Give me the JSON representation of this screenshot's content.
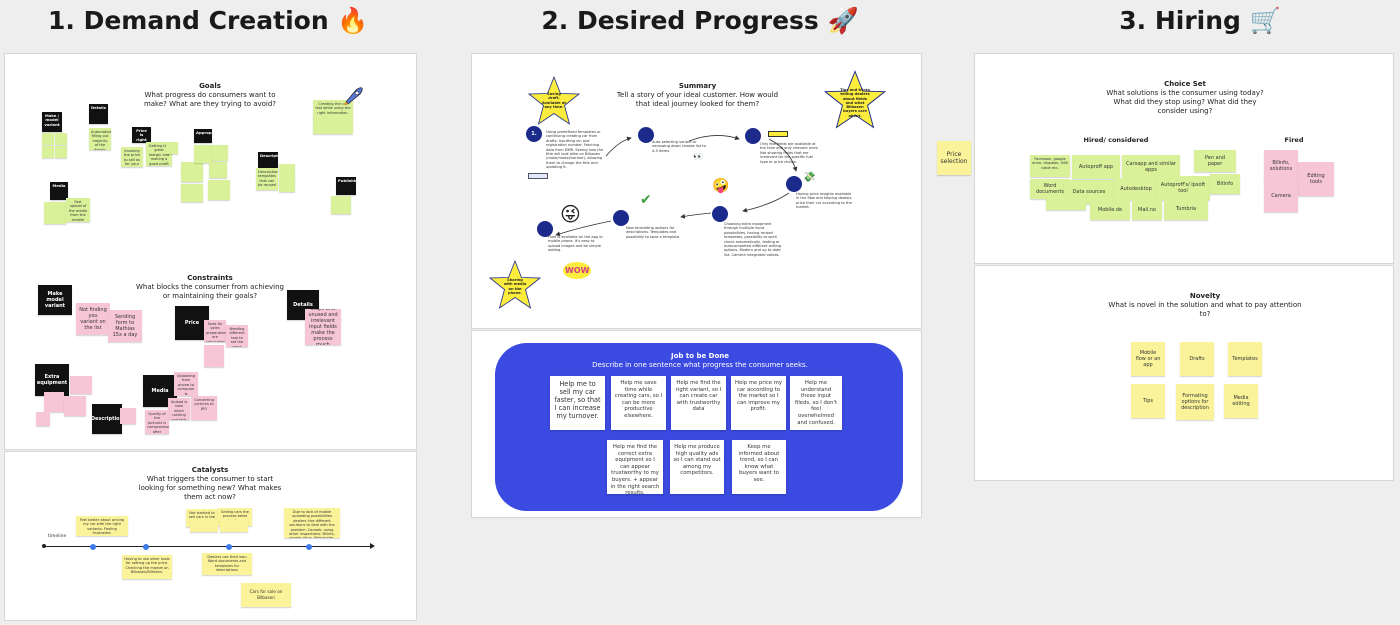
{
  "sections": {
    "s1": "1. Demand Creation 🔥",
    "s2": "2. Desired Progress 🚀",
    "s3": "3. Hiring 🛒"
  },
  "goals": {
    "title": "Goals",
    "subtitle": "What progress do consumers want to make? What are they trying to avoid?",
    "notes": {
      "make_model": "Make / model variant",
      "details": "Details",
      "automatically": "Automatically filling out majority of the details",
      "price": "Price is right",
      "getting_margin": "Getting the great margin and making a good profit for the business",
      "knowing_price": "Knowing the price to sell as for your vehicle",
      "appropriate": "Appropriate",
      "description": "Description",
      "desc_templates": "Description templates that can be reused",
      "media": "Media",
      "fast_upload": "Fast upload of the media from the mobile",
      "publishing": "Publishing",
      "creating_car": "Creating the car fast while using the right information."
    }
  },
  "constraints": {
    "title": "Constraints",
    "subtitle": "What blocks the consumer from achieving or maintaining their goals?",
    "notes": {
      "make_model": "Make model variant",
      "not_finding": "Not finding you variant on the list",
      "sending_form": "Sending form to Mathias 15x a day",
      "price": "Price",
      "tools_for_sale": "Tools for sales preparation are calculated away from the flow",
      "needing_tool": "Needing different tool to set the price",
      "details": "Details",
      "too_many": "Too many steps and unused and irrelevant input fields make the process much longer.",
      "extra_equipment": "Extra equipment",
      "media": "Media",
      "uploading_phone": "Uploading from phone to computer is annoying",
      "upload_slow": "Upload is slow when ranking and fails",
      "converting": "Converting pictures to JPG",
      "description": "Description",
      "quality": "Quality of the pictures is compromised after upload"
    }
  },
  "catalysts": {
    "title": "Catalysts",
    "subtitle": "What triggers the consumer to start looking for something new? What makes them act now?",
    "timeline": "timeline",
    "notes": {
      "feel_better": "Feel better about pricing my car with the right variants. Feeling frustrated.",
      "having_to_use": "Having to use other tools for setting up the price. Checking the market on Bilbasen/Bilhiden.",
      "not_wanted": "Not wanted to sell cars in the platform and used other tools to manage",
      "selling_cars": "Selling cars the process takes too long",
      "dealers_market": "Dealers use their own Word documents and templates for descriptions",
      "due_to_lack": "Due to lack of mobile uploading possibilities dealers hire different solutions to deal with the problem: Carweb, using other inspections: Bilinfo, google drive, Wetransfer, email, autoproff app.",
      "cars_for_sale": "Cars for sale on Bilbasen"
    }
  },
  "summary": {
    "title": "Summary",
    "subtitle": "Tell a story of your ideal customer. How would that ideal journey looked for them?",
    "star_saving": "Saving draft. Available at any time.",
    "star_tips": "Tips and tricks telling dealers about fields and what Bilbasen buyers care about.",
    "star_sharing": "Sharing with media on the phone.",
    "step1": "1.",
    "step1_text": "Using predefined templates or continuing creating car from drafts. Inputting vin and registration number. Fetching data from DMR. Seeing how the title will look alike on Bilbasen (make/model/variant), allowing them to change the title and updating it.",
    "auto_select": "Auto-selecting variant or narrowing down choose list to 4-5 items.",
    "only_few": "Only few fields are available at the time and only relevant ones. Not showing fields that are irrelevant for the specific fuel type or price choice.",
    "having_price": "Having price insights available in the flow and helping dealers price their car according to the market.",
    "choosing_extra": "Choosing extra equipment through multiple input possibilities, having reused templates, possibility to spell check automatically, testing or autocompleted different writing options. Modern and up to date list. Camera integrated values.",
    "new_formatting": "New formatting options for descriptions. Templates and possibility to save a template.",
    "flow_available": "Flow is available on the app or mobile phone. It's easy to upload images and be simple adding."
  },
  "jtbd": {
    "title": "Job to be Done",
    "subtitle": "Describe in one sentence what progress the consumer seeks.",
    "notes": [
      "Help me to sell my car faster, so that I can increase my turnover.",
      "Help me save time while creating cars, so I can be more productive elsewhere.",
      "Help me find the right variant, so I can create car with trustworthy data",
      "Help me price my car according to the market so I can improve my profit.",
      "Help me understand these input fileds, so I don't feel overwhelmed and confused.",
      "Help me find the correct extra equipment so I can appear trustworthy to my buyers. + appear in the right search results.",
      "Help me produce high quality ads so I can stand out among my competitors.",
      "Keep me informed about trend, so I can know what buyers want to see."
    ]
  },
  "price_selection": "Price selection",
  "choice_set": {
    "title": "Choice Set",
    "subtitle": "What solutions is the consumer using today? What did they stop using? What did they consider using?",
    "hired_label": "Hired/ considered",
    "fired_label": "Fired",
    "hired": [
      "Facebook, google drive, dropbox, USB cable etc.",
      "Autoproff app",
      "Carsapp and similar apps",
      "Pen and paper",
      "Word documents",
      "Data sources",
      "Autodesktop",
      "Autoproff's/ Ipsoft tool",
      "Bitinfo",
      "Mobile.de",
      "Mail.no",
      "Tumbria"
    ],
    "fired": [
      "Bilinfo, solutions",
      "Editing tools",
      "Camera"
    ]
  },
  "novelty": {
    "title": "Novelty",
    "subtitle": "What is novel in the solution and what to pay attention to?",
    "notes": [
      "Mobile flow or an app",
      "Drafts",
      "Templates",
      "Tips",
      "Formating options for description",
      "Media editing"
    ]
  }
}
